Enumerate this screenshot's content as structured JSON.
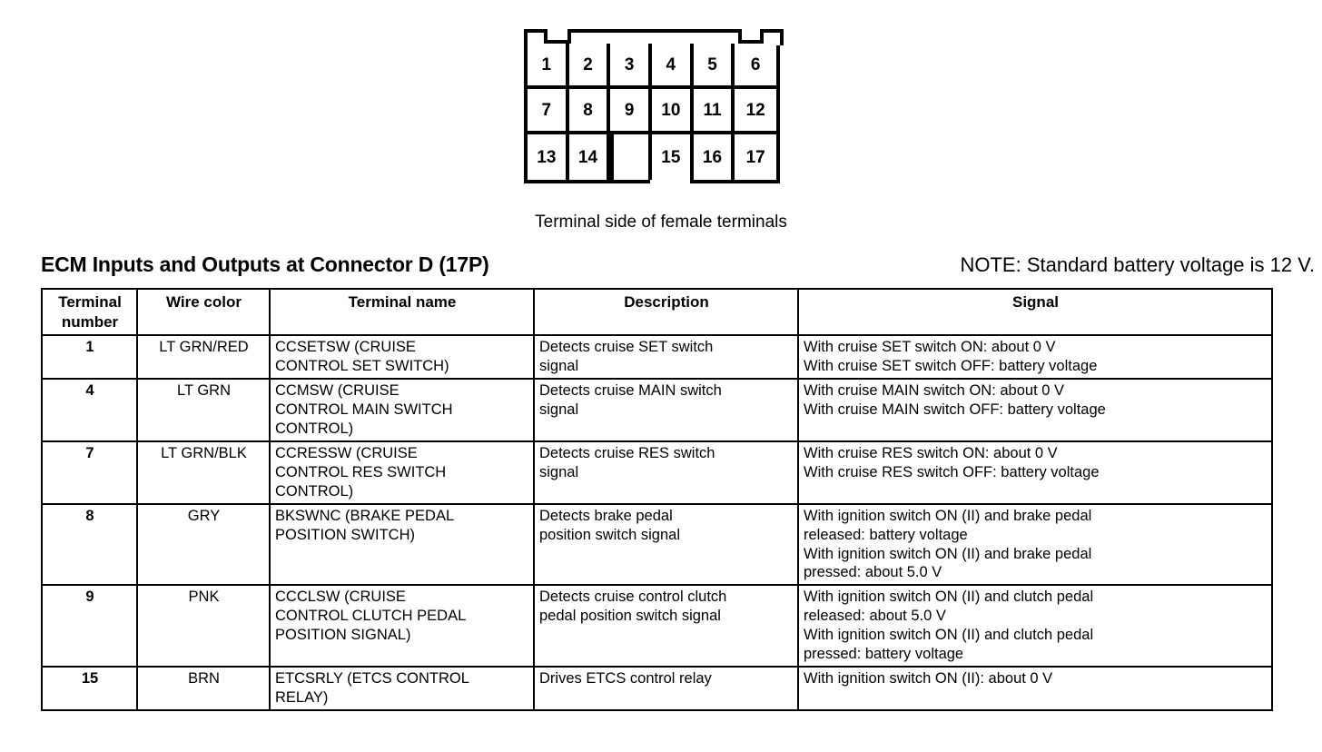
{
  "connector": {
    "rows": [
      [
        "1",
        "2",
        "3",
        "4",
        "5",
        "6"
      ],
      [
        "7",
        "8",
        "9",
        "10",
        "11",
        "12"
      ],
      [
        "13",
        "14",
        "",
        "15",
        "16",
        "17"
      ]
    ],
    "caption": "Terminal side of female terminals"
  },
  "section_title": "ECM Inputs and Outputs at Connector D (17P)",
  "note": "NOTE: Standard battery voltage is 12 V.",
  "table": {
    "headers": [
      "Terminal\nnumber",
      "Wire color",
      "Terminal name",
      "Description",
      "Signal"
    ],
    "rows": [
      {
        "terminal": "1",
        "wire_color": "LT GRN/RED",
        "terminal_name": [
          "CCSETSW (CRUISE",
          "CONTROL SET SWITCH)"
        ],
        "description": [
          "Detects cruise SET switch",
          "signal"
        ],
        "signal": [
          "With cruise SET switch ON: about 0 V",
          "With cruise SET switch OFF: battery voltage"
        ]
      },
      {
        "terminal": "4",
        "wire_color": "LT GRN",
        "terminal_name": [
          "CCMSW (CRUISE",
          "CONTROL MAIN SWITCH",
          "CONTROL)"
        ],
        "description": [
          "Detects cruise MAIN switch",
          "signal"
        ],
        "signal": [
          "With cruise MAIN switch ON: about 0 V",
          "With cruise MAIN switch OFF: battery voltage"
        ]
      },
      {
        "terminal": "7",
        "wire_color": "LT GRN/BLK",
        "terminal_name": [
          "CCRESSW (CRUISE",
          "CONTROL RES SWITCH",
          "CONTROL)"
        ],
        "description": [
          "Detects cruise RES switch",
          "signal"
        ],
        "signal": [
          "With cruise RES switch ON: about 0 V",
          "With cruise RES switch OFF: battery voltage"
        ]
      },
      {
        "terminal": "8",
        "wire_color": "GRY",
        "terminal_name": [
          "BKSWNC (BRAKE PEDAL",
          "POSITION SWITCH)"
        ],
        "description": [
          "Detects brake pedal",
          "position switch signal"
        ],
        "signal": [
          "With ignition switch ON (II) and brake pedal",
          "released: battery voltage",
          "With ignition switch ON (II) and brake pedal",
          "pressed: about 5.0 V"
        ]
      },
      {
        "terminal": "9",
        "wire_color": "PNK",
        "terminal_name": [
          "CCCLSW (CRUISE",
          "CONTROL CLUTCH PEDAL",
          "POSITION SIGNAL)"
        ],
        "description": [
          "Detects cruise control clutch",
          "pedal position switch signal"
        ],
        "signal": [
          "With ignition switch ON (II) and clutch pedal",
          "released: about 5.0 V",
          "With ignition switch ON (II) and clutch pedal",
          "pressed: battery voltage"
        ]
      },
      {
        "terminal": "15",
        "wire_color": "BRN",
        "terminal_name": [
          "ETCSRLY (ETCS CONTROL",
          "RELAY)"
        ],
        "description": [
          "Drives ETCS control relay"
        ],
        "signal": [
          "With ignition switch ON (II): about 0 V"
        ]
      }
    ]
  }
}
